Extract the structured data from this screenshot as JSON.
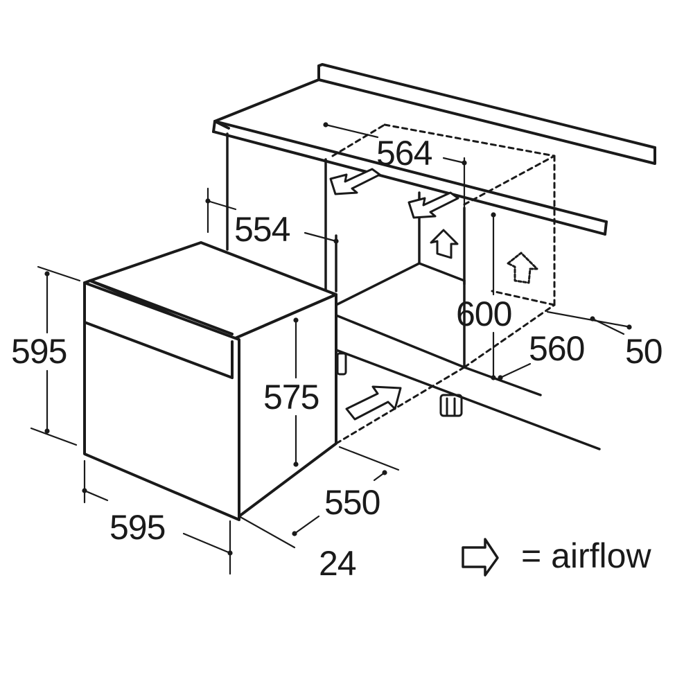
{
  "dimensions": {
    "niche_width": "564",
    "oven_depth_body": "554",
    "niche_height": "600",
    "niche_depth": "560",
    "rear_gap": "50",
    "oven_height": "595",
    "oven_body_height": "575",
    "oven_width": "595",
    "oven_depth": "550",
    "front_panel": "24"
  },
  "legend": {
    "icon": "airflow-arrow-icon",
    "label": "= airflow"
  },
  "colors": {
    "line": "#1a1a1a",
    "background": "#ffffff"
  }
}
